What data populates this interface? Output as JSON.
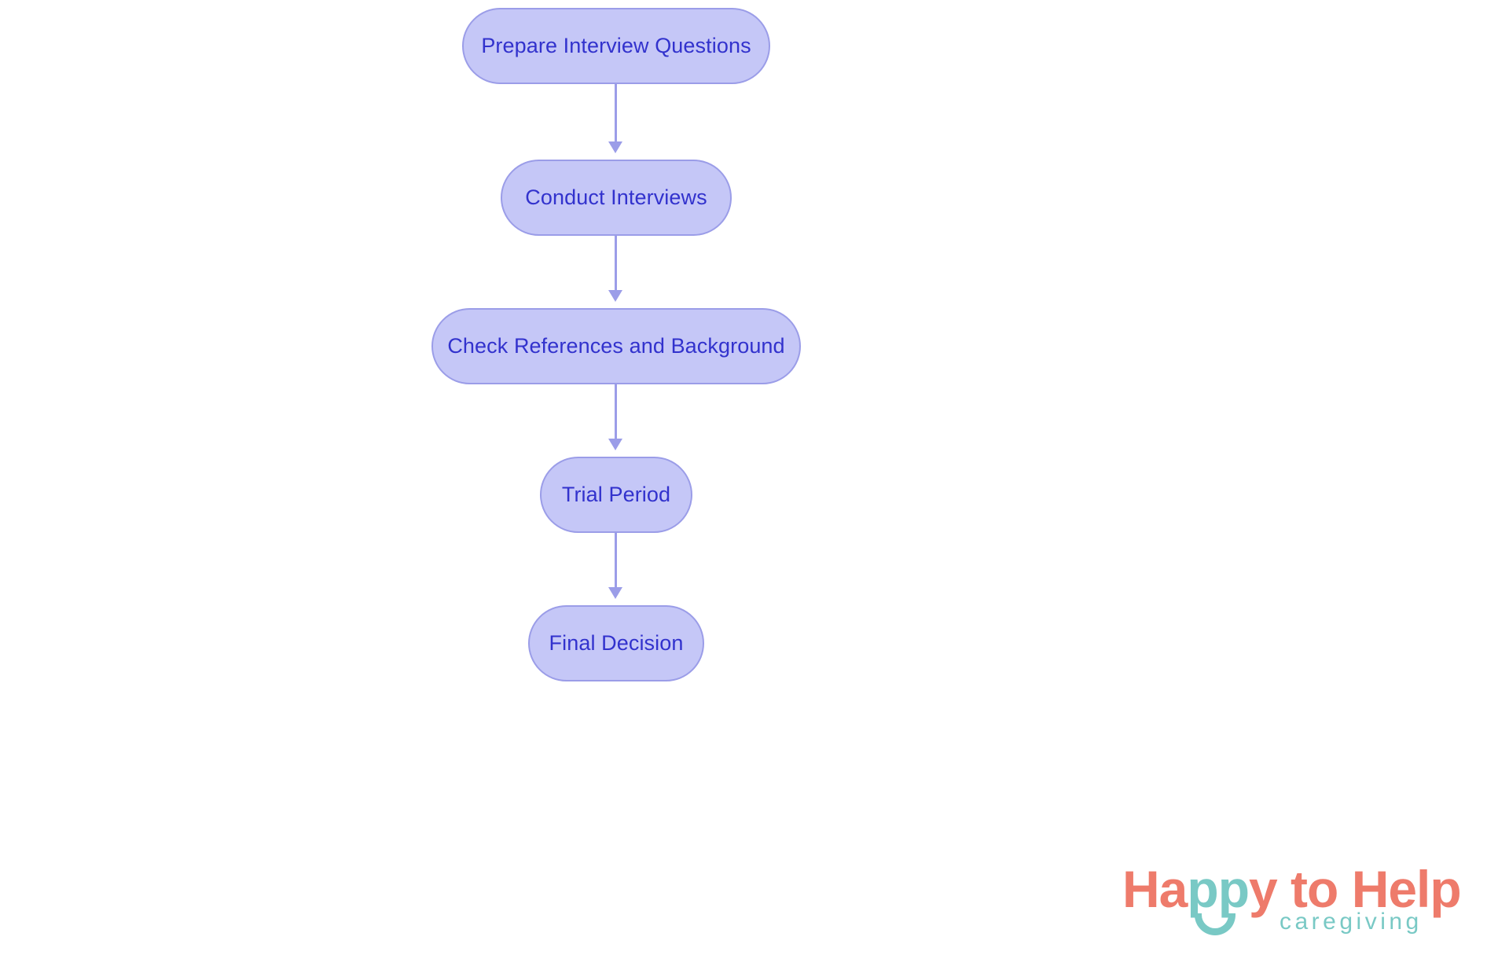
{
  "diagram": {
    "type": "flowchart",
    "orientation": "vertical",
    "background_color": "#ffffff",
    "node_fill_color": "#c5c7f7",
    "node_border_color": "#9b9de8",
    "node_text_color": "#3232cd",
    "connector_color": "#9b9de8",
    "nodes": [
      {
        "id": "n0",
        "label": "Prepare Interview Questions"
      },
      {
        "id": "n1",
        "label": "Conduct Interviews"
      },
      {
        "id": "n2",
        "label": "Check References and Background"
      },
      {
        "id": "n3",
        "label": "Trial Period"
      },
      {
        "id": "n4",
        "label": "Final Decision"
      }
    ],
    "edges": [
      {
        "from": "n0",
        "to": "n1",
        "arrow": "down"
      },
      {
        "from": "n1",
        "to": "n2",
        "arrow": "down"
      },
      {
        "from": "n2",
        "to": "n3",
        "arrow": "down"
      },
      {
        "from": "n3",
        "to": "n4",
        "arrow": "down"
      }
    ]
  },
  "logo": {
    "word_1": "Ha",
    "word_2": "pp",
    "word_3": "y to Help",
    "tagline": "caregiving",
    "primary_color": "#ee7b6b",
    "secondary_color": "#79c9c5"
  }
}
